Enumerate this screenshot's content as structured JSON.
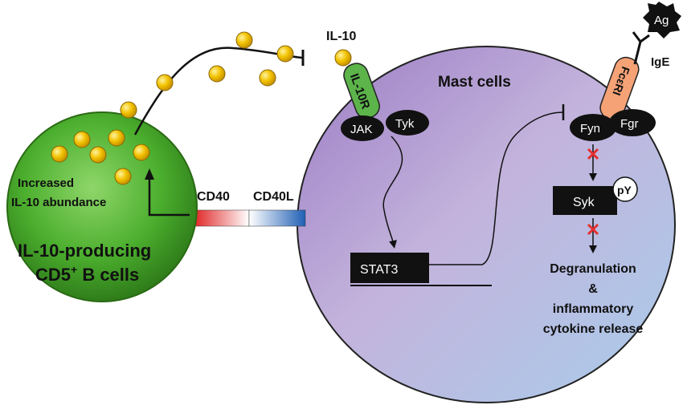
{
  "b_cell": {
    "line1": "Increased",
    "line2": "IL-10 abundance",
    "title_line1": "IL-10-producing",
    "title_line2_pre": "CD5",
    "title_line2_sup": "+",
    "title_line2_post": " B cells"
  },
  "receptors": {
    "cd40": "CD40",
    "cd40l": "CD40L"
  },
  "il10": {
    "ligand_label": "IL-10",
    "receptor_label": "IL-10R",
    "jak": "JAK",
    "tyk": "Tyk"
  },
  "mast": {
    "title": "Mast cells",
    "stat3": "STAT3",
    "syk": "Syk",
    "py": "pY",
    "outcome_line1": "Degranulation",
    "outcome_line2": "&",
    "outcome_line3": "inflammatory",
    "outcome_line4": "cytokine release"
  },
  "fce": {
    "receptor_label": "FcεRI",
    "fyn": "Fyn",
    "fgr": "Fgr",
    "ige": "IgE",
    "ag": "Ag"
  },
  "colors": {
    "b_cell": "#4caf2e",
    "il10_dot": "#f2c200",
    "mast_purple": "#a58cc8",
    "mast_blue": "#b5d3ec",
    "il10r": "#5cb44a",
    "fceri": "#f4a276",
    "inhibit_x": "#e53030"
  }
}
